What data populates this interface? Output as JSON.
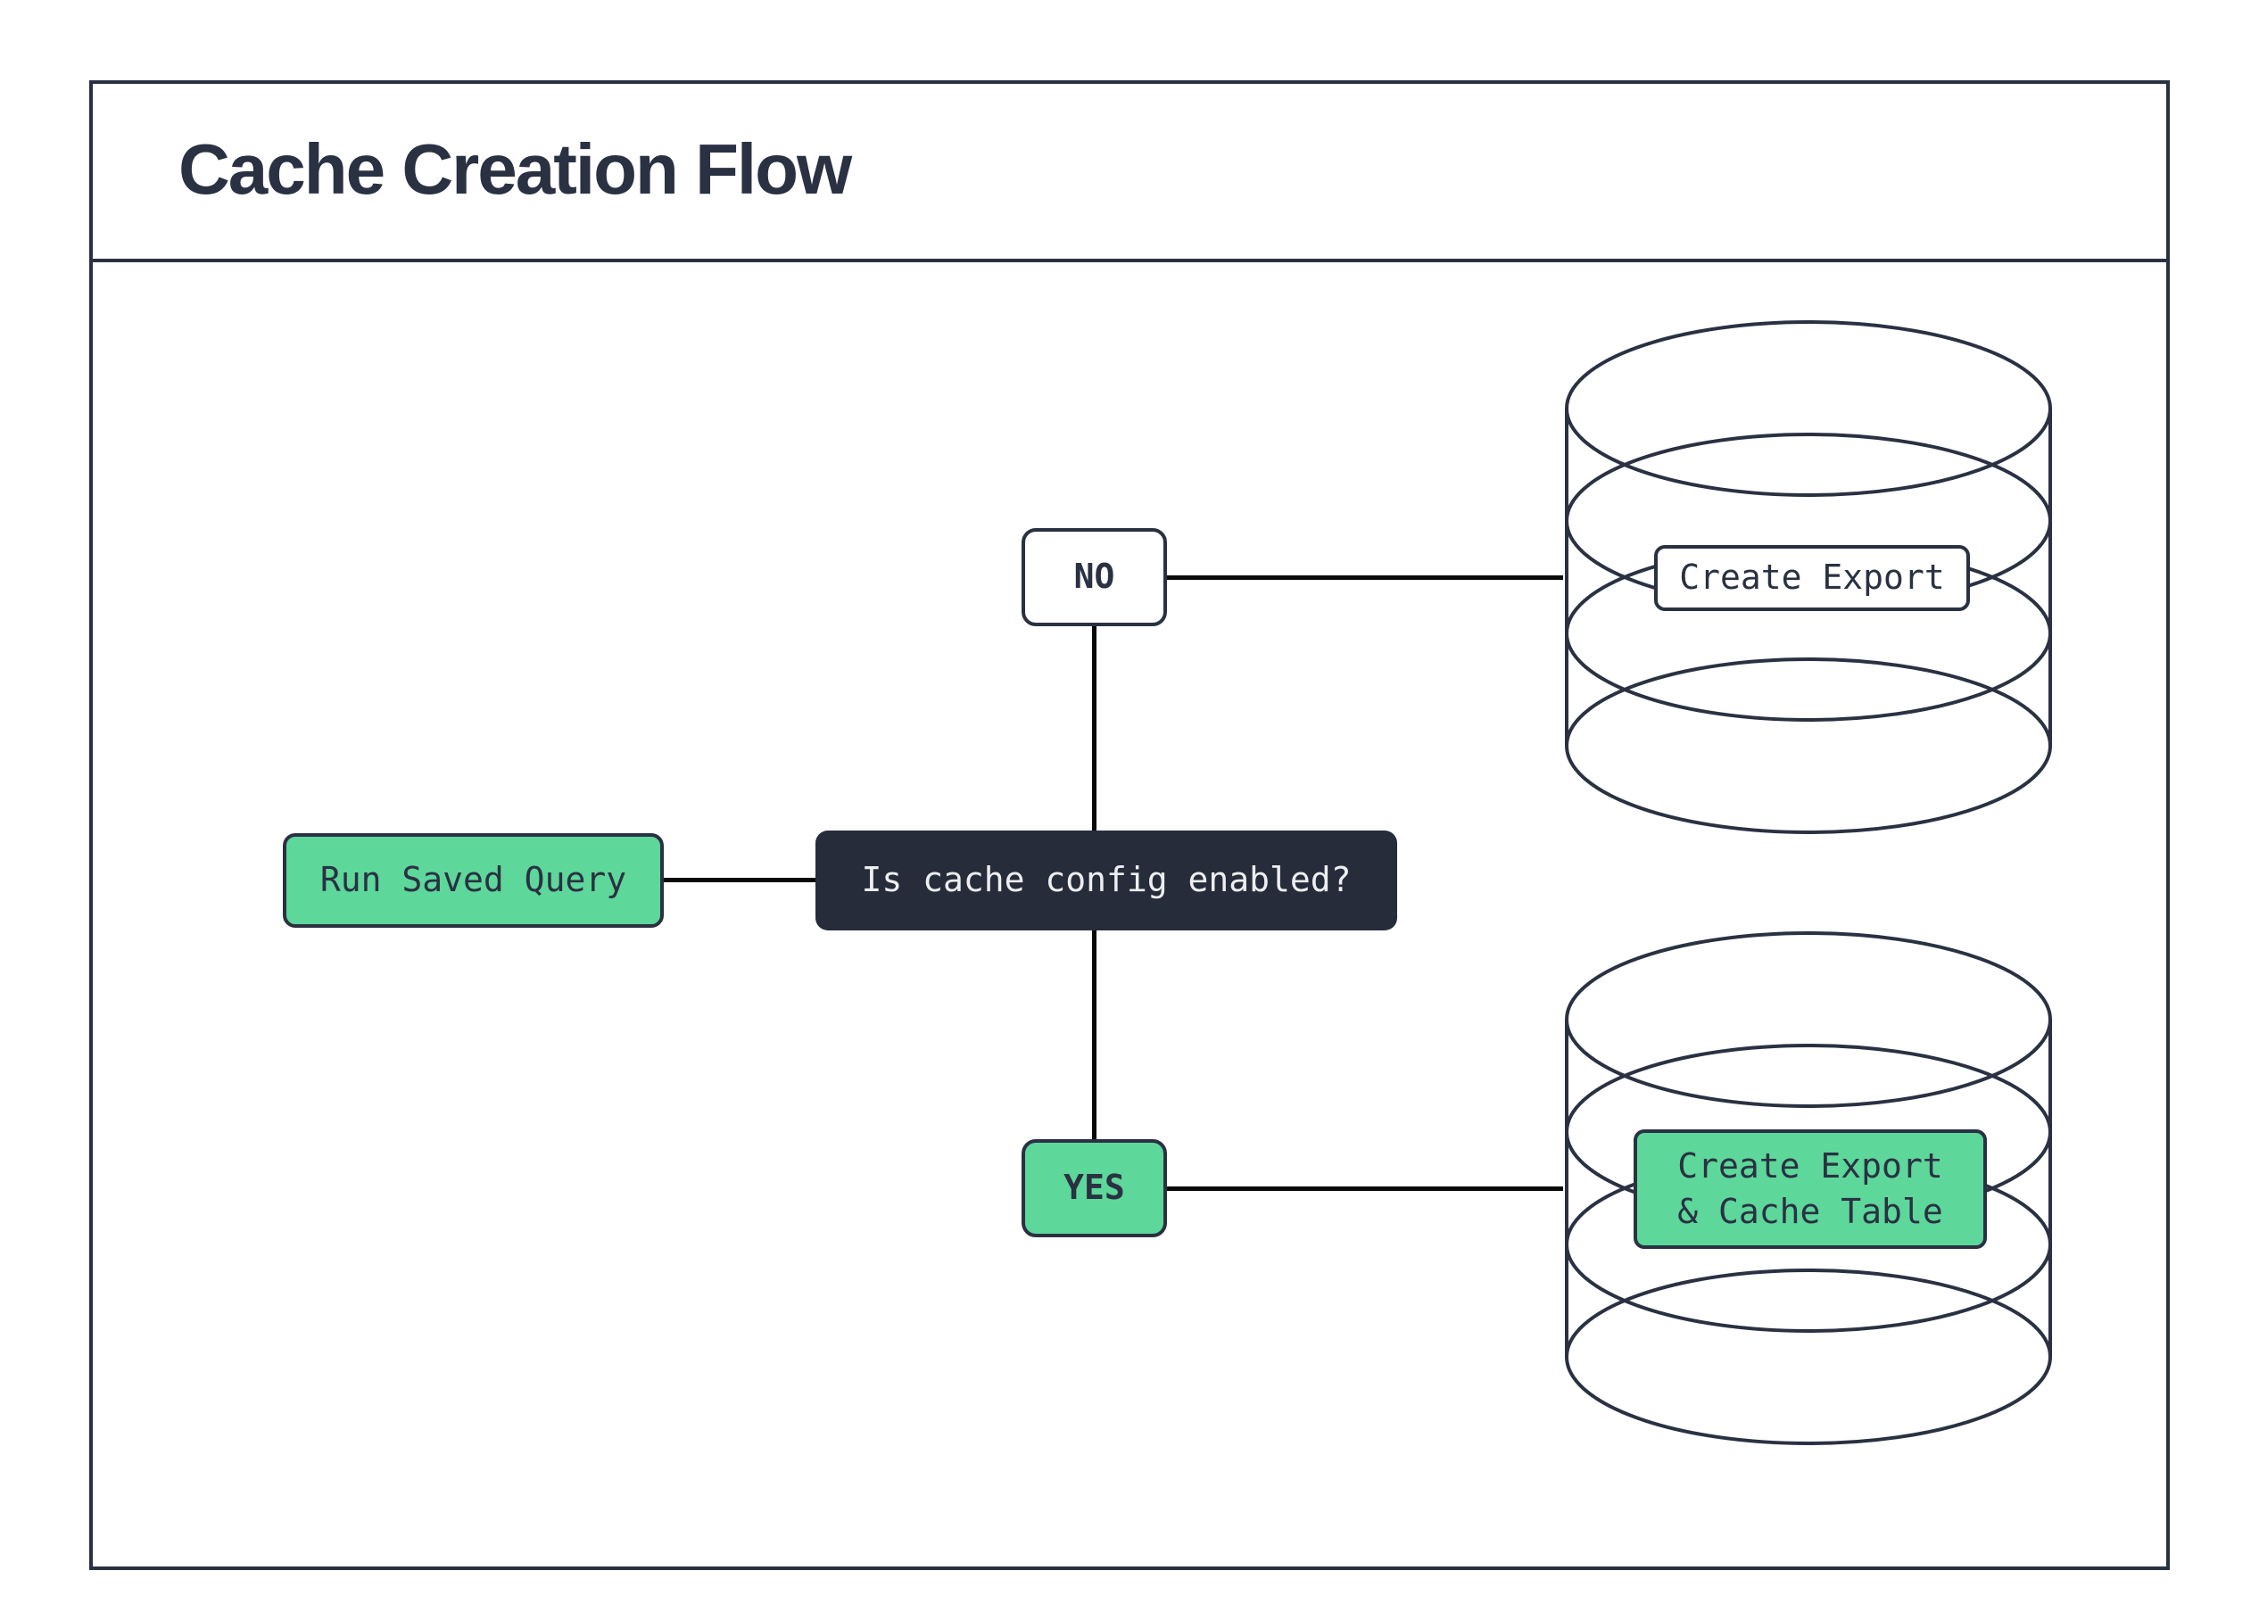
{
  "title": "Cache Creation Flow",
  "colors": {
    "navy": "#2a3142",
    "dark": "#262c3a",
    "green": "#5dd79a",
    "light": "#eceef1",
    "line": "#0a0a0a",
    "bg": "#ffffff"
  },
  "flow": {
    "start": {
      "label": "Run Saved Query"
    },
    "decision": {
      "label": "Is cache config enabled?"
    },
    "branch_no": {
      "label": "NO"
    },
    "branch_yes": {
      "label": "YES"
    },
    "outcome_no": {
      "label": "Create Export"
    },
    "outcome_yes": {
      "line1": "Create Export",
      "line2": "& Cache Table"
    }
  },
  "edges": [
    {
      "from": "Run Saved Query",
      "to": "Is cache config enabled?"
    },
    {
      "from": "Is cache config enabled?",
      "to": "NO"
    },
    {
      "from": "Is cache config enabled?",
      "to": "YES"
    },
    {
      "from": "NO",
      "to": "Create Export"
    },
    {
      "from": "YES",
      "to": "Create Export & Cache Table"
    }
  ]
}
